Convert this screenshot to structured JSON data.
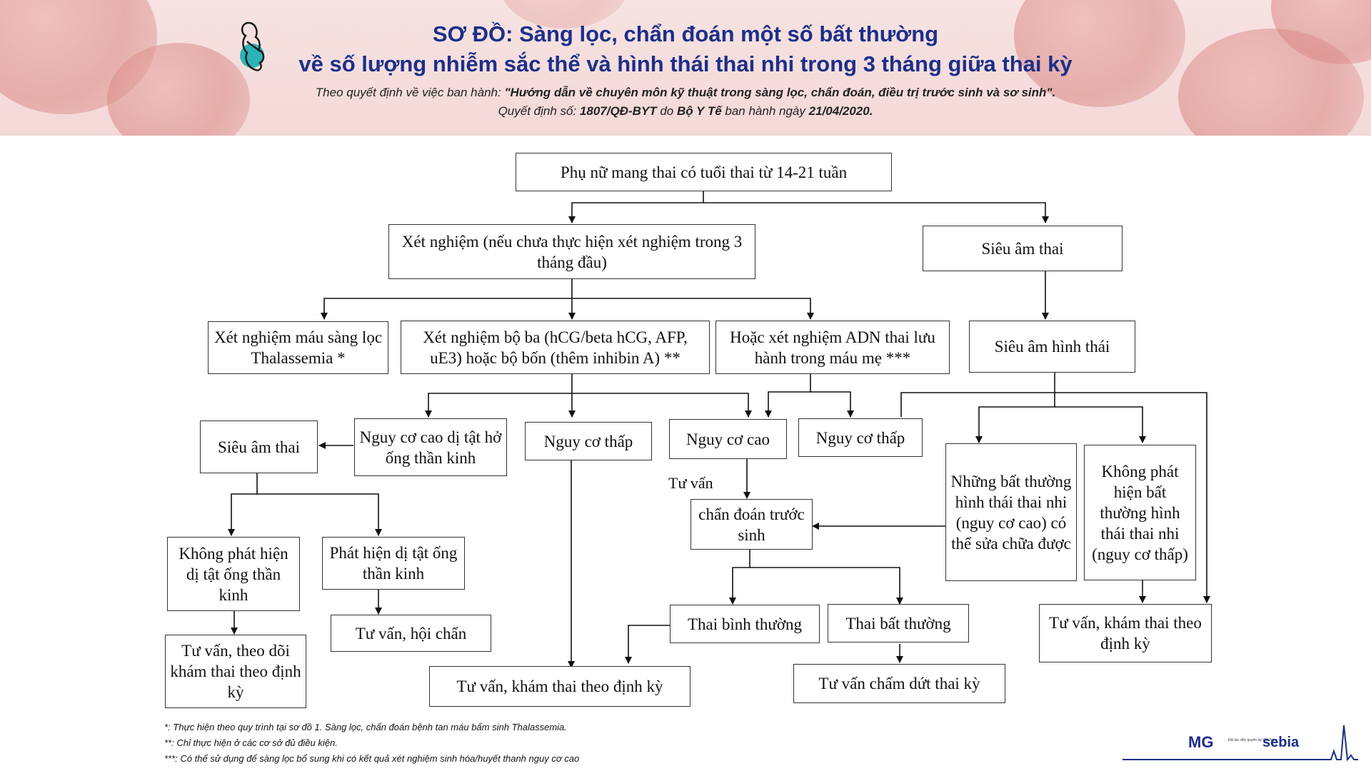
{
  "header": {
    "title_line1": "SƠ ĐỒ: Sàng lọc, chẩn đoán một số bất thường",
    "title_line2": "về số lượng nhiễm sắc thể và hình thái thai nhi trong 3 tháng giữa thai kỳ",
    "subtitle_line1_prefix": "Theo quyết định về việc ban hành: ",
    "subtitle_line1_bold": "\"Hướng dẫn về chuyên môn kỹ thuật trong sàng lọc, chẩn đoán, điều trị trước sinh và sơ sinh\".",
    "subtitle_line2_prefix": "Quyết định số: ",
    "decision_number": "1807/QĐ-BYT",
    "by": " do ",
    "ministry": "Bộ Y Tế",
    "issued_on": " ban hành ngày ",
    "date": "21/04/2020."
  },
  "nodes": {
    "start": "Phụ nữ mang thai có tuổi thai từ 14-21 tuần",
    "tests": "Xét nghiệm (nếu chưa thực hiện xét nghiệm trong 3 tháng đầu)",
    "ultrasound": "Siêu âm thai",
    "thalassemia": "Xét nghiệm máu sàng lọc Thalassemia *",
    "triple_test": "Xét nghiệm bộ ba (hCG/beta hCG, AFP, uE3) hoặc bộ bốn (thêm inhibin A) **",
    "dna_test": "Hoặc xét nghiệm ADN  thai lưu hành trong máu mẹ ***",
    "morph_ultrasound": "Siêu âm hình thái",
    "ultrasound_2": "Siêu âm thai",
    "ntd_high_risk": "Nguy cơ cao dị tật hở ống thần kinh",
    "low_risk_1": "Nguy cơ thấp",
    "high_risk": "Nguy cơ cao",
    "low_risk_2": "Nguy cơ thấp",
    "repairable_abnormal": "Những bất thường hình thái thai nhi (nguy cơ cao) có thể sửa chữa được",
    "no_abnormal": "Không phát hiện bất thường hình thái thai nhi (nguy cơ thấp)",
    "prenatal_diag": "chẩn đoán trước sinh",
    "no_ntd": "Không phát hiện dị tật ống thần kinh",
    "ntd_found": "Phát hiện dị tật ống thần kinh",
    "counsel_monitor": "Tư vấn, theo dõi khám thai theo định kỳ",
    "counsel_consult": "Tư vấn, hội chẩn",
    "normal_fetus": "Thai bình thường",
    "abnormal_fetus": "Thai bất thường",
    "counsel_regular": "Tư vấn, khám thai theo định kỳ",
    "counsel_terminate": "Tư vấn chấm dứt thai kỳ",
    "counsel_regular_2": "Tư vấn, khám thai theo định kỳ"
  },
  "labels": {
    "counsel": "Tư vấn"
  },
  "notes": [
    "*: Thực hiện theo quy trình tại sơ đồ 1. Sàng lọc, chẩn đoán bệnh tan máu bẩm sinh Thalassemia.",
    "**: Chỉ thực hiện ở các cơ sở đủ điều kiện.",
    "***: Có thể sử dụng để sàng lọc bổ sung khi có kết quả xét nghiệm sinh hóa/huyết thanh nguy cơ cao"
  ],
  "logo": {
    "mg": "MG",
    "tagline": "Đối tác độc quyền tại Việt Nam",
    "brand": "sebia"
  }
}
